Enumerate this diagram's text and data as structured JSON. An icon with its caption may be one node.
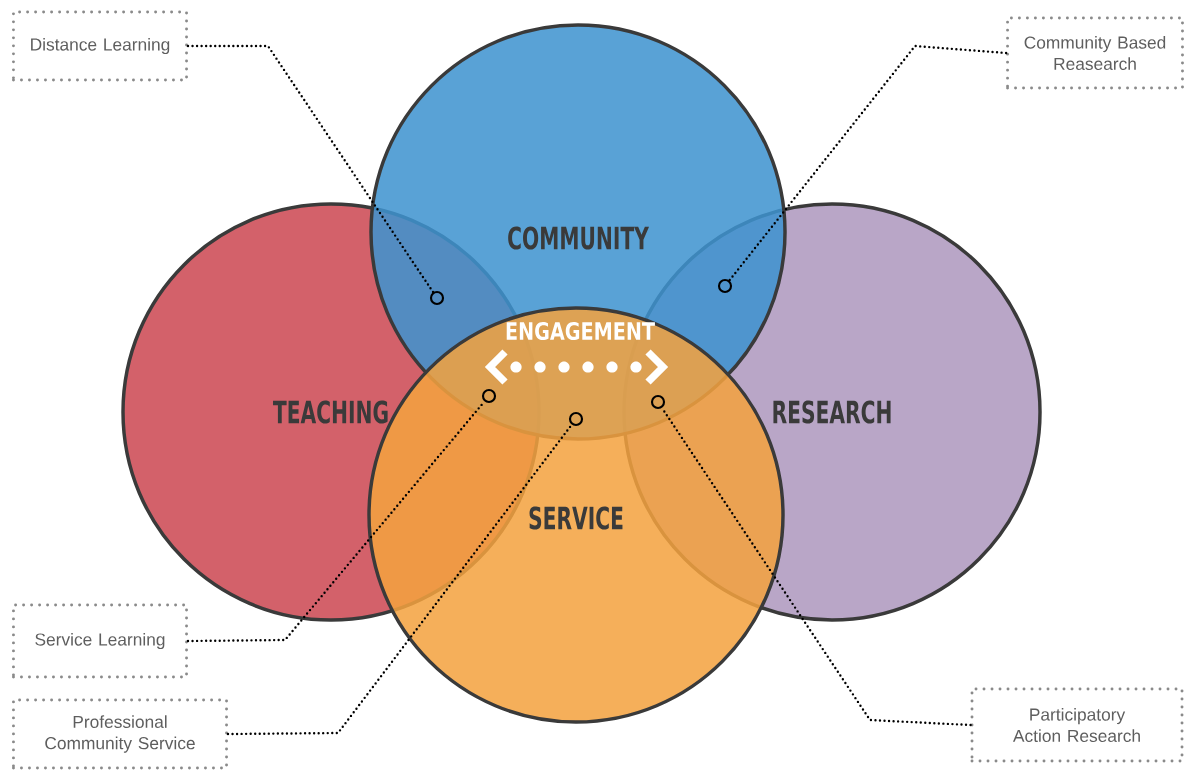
{
  "diagram": {
    "nodes": [
      {
        "text": [
          "COMMUNITY"
        ]
      },
      {
        "text": [
          "TEACHING"
        ]
      },
      {
        "text": [
          "RESEARCH"
        ]
      },
      {
        "text": [
          "SERVICE"
        ]
      },
      {
        "text": [
          "Distance Learning"
        ]
      },
      {
        "text": [
          "Community Based Reasearch"
        ]
      },
      {
        "text": [
          "Service Learning"
        ]
      },
      {
        "text": [
          "Professional Community Service"
        ]
      },
      {
        "text": [
          "Participatory Action Research"
        ]
      },
      {
        "text": [],
        "shape": "circle"
      },
      {
        "text": [],
        "shape": "circle"
      },
      {
        "text": [],
        "shape": "circle"
      },
      {
        "text": [],
        "shape": "circle"
      },
      {
        "text": [],
        "shape": "circle"
      }
    ],
    "edges": [
      {
        "from": 4,
        "to": 9,
        "arrow": "none"
      },
      {
        "from": 5,
        "to": 13,
        "arrow": "none"
      },
      {
        "from": 6,
        "to": 10,
        "arrow": "none"
      },
      {
        "from": 7,
        "to": 11,
        "arrow": "none"
      },
      {
        "from": 8,
        "to": 12,
        "arrow": "none"
      }
    ],
    "labels": [
      "ENGAGEMENT"
    ]
  }
}
